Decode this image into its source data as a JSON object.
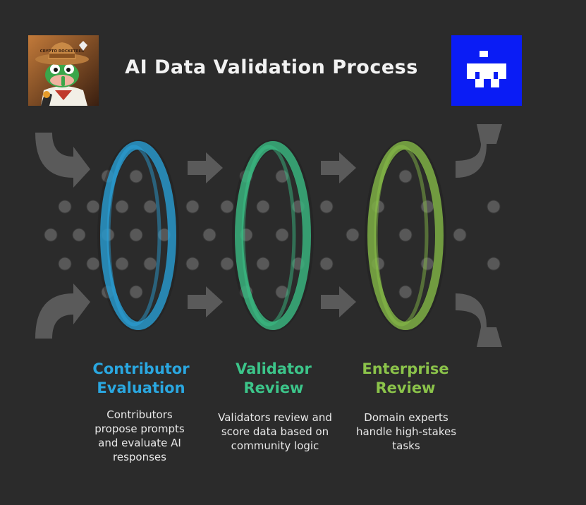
{
  "title": "AI Data Validation Process",
  "logos": {
    "left": {
      "name": "crypto-frog-logo",
      "text": "CRYPTO ROCKETEER"
    },
    "right": {
      "name": "pixel-figure-logo"
    }
  },
  "colors": {
    "background": "#2b2b2b",
    "contributor": "#2aa7e0",
    "validator": "#3cc58a",
    "enterprise": "#8bc34a",
    "arrow": "#5a5a5a",
    "dot": "#585858",
    "right_logo_bg": "#0a1cf5"
  },
  "stages": [
    {
      "title": "Contributor\nEvaluation",
      "description": "Contributors\npropose prompts\nand evaluate AI\nresponses",
      "color": "#2aa7e0"
    },
    {
      "title": "Validator\nReview",
      "description": "Validators review and\nscore data based on\ncommunity logic",
      "color": "#3cc58a"
    },
    {
      "title": "Enterprise\nReview",
      "description": "Domain experts\nhandle high-stakes\ntasks",
      "color": "#8bc34a"
    }
  ]
}
